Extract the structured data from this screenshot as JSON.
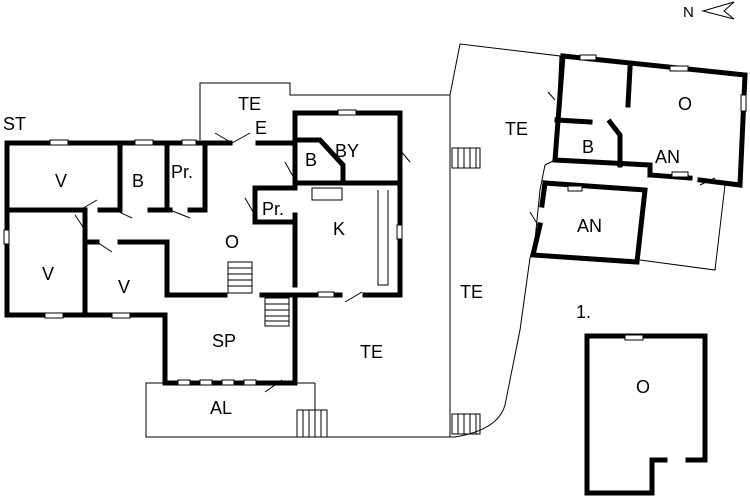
{
  "compass": {
    "label": "N"
  },
  "annex_label": "1.",
  "rooms": [
    {
      "id": "st",
      "label": "ST"
    },
    {
      "id": "te-entry-1",
      "label": "TE"
    },
    {
      "id": "te-entry-2",
      "label": "E"
    },
    {
      "id": "v1",
      "label": "V"
    },
    {
      "id": "b1",
      "label": "B"
    },
    {
      "id": "pr1",
      "label": "Pr."
    },
    {
      "id": "b2",
      "label": "B"
    },
    {
      "id": "by",
      "label": "BY"
    },
    {
      "id": "pr2",
      "label": "Pr."
    },
    {
      "id": "o-main",
      "label": "O"
    },
    {
      "id": "k",
      "label": "K"
    },
    {
      "id": "v2",
      "label": "V"
    },
    {
      "id": "v3",
      "label": "V"
    },
    {
      "id": "sp",
      "label": "SP"
    },
    {
      "id": "al",
      "label": "AL"
    },
    {
      "id": "te-south",
      "label": "TE"
    },
    {
      "id": "te-middle",
      "label": "TE"
    },
    {
      "id": "te-north",
      "label": "TE"
    },
    {
      "id": "o-north",
      "label": "O"
    },
    {
      "id": "b3",
      "label": "B"
    },
    {
      "id": "an1",
      "label": "AN"
    },
    {
      "id": "an2",
      "label": "AN"
    },
    {
      "id": "o-annex",
      "label": "O"
    }
  ]
}
